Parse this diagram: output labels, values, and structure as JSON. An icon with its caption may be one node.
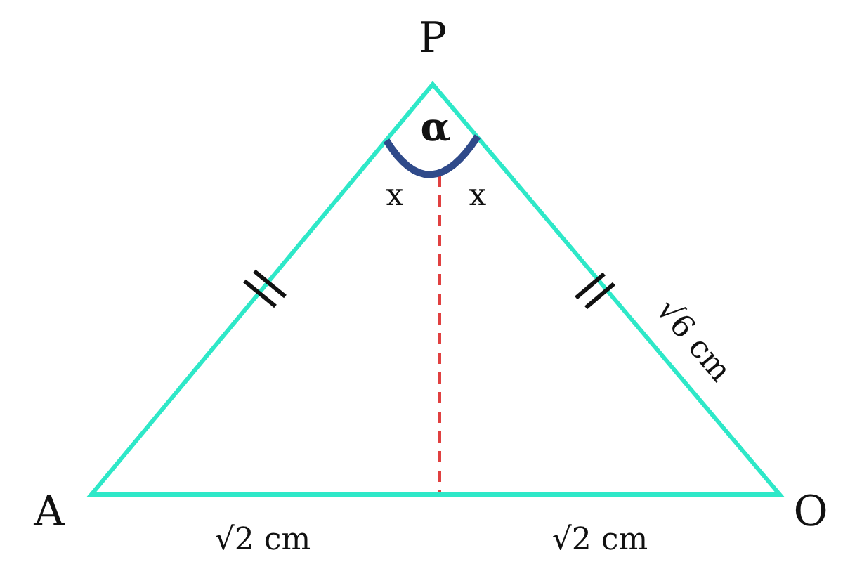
{
  "diagram": {
    "labels": [
      "P",
      "α",
      "x",
      "x",
      "√6 cm",
      "A",
      "O",
      "√2 cm",
      "√2 cm"
    ]
  }
}
